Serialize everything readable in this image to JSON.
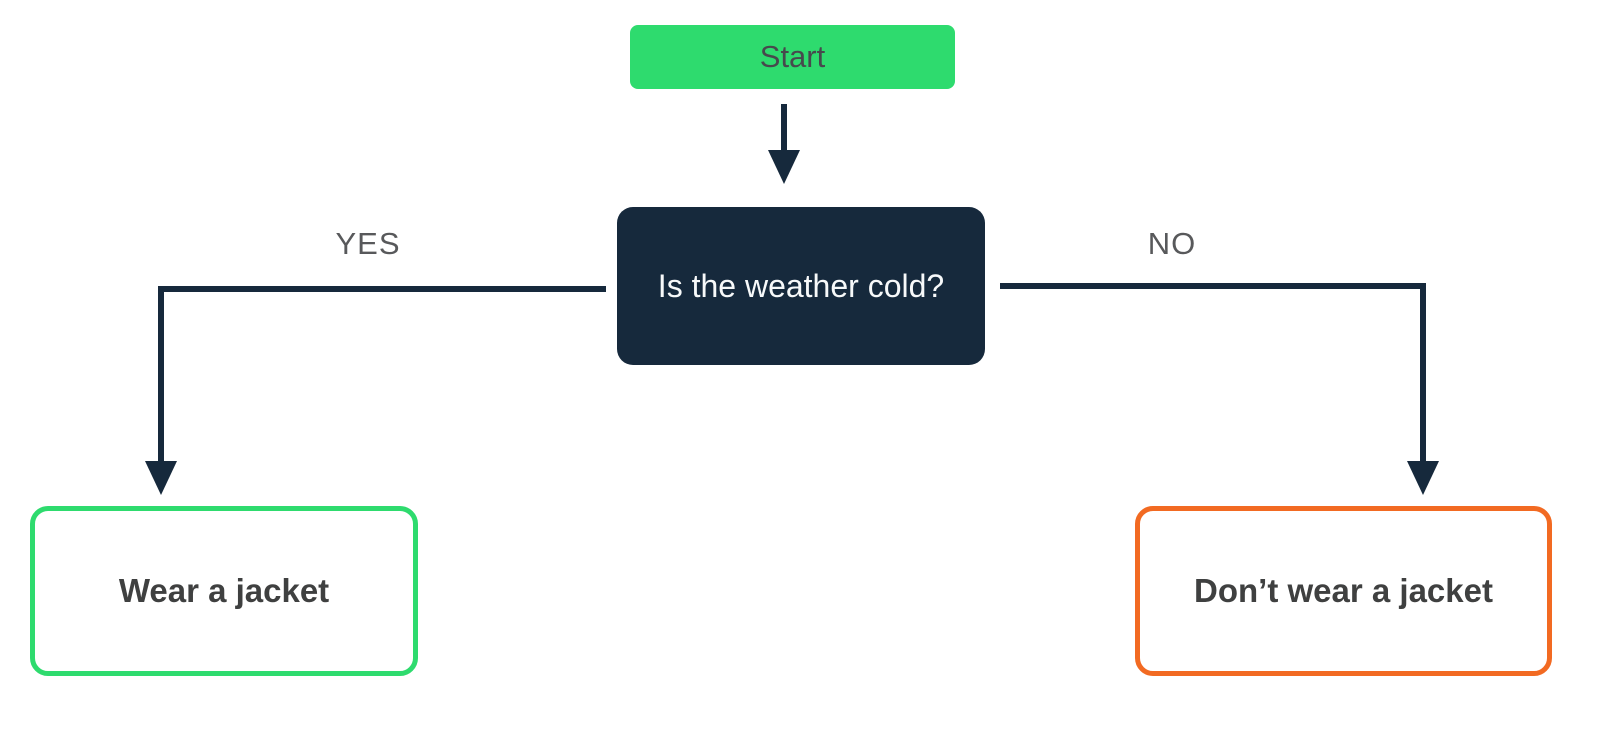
{
  "diagram": {
    "type": "flowchart",
    "background": "#ffffff"
  },
  "colors": {
    "start_fill": "#2edb6e",
    "start_text": "#47494d",
    "decision_fill": "#16293c",
    "decision_text": "#f7f9fa",
    "connector": "#16293c",
    "edge_label_text": "#58595b",
    "yes_result_border": "#2edb6e",
    "no_result_border": "#f26a22",
    "result_text": "#3f4040"
  },
  "flowchart": {
    "start": {
      "label": "Start"
    },
    "decision": {
      "label": "Is the weather cold?"
    },
    "yes": {
      "label": "YES",
      "result": "Wear a jacket"
    },
    "no": {
      "label": "NO",
      "result": "Don’t wear a jacket"
    }
  }
}
